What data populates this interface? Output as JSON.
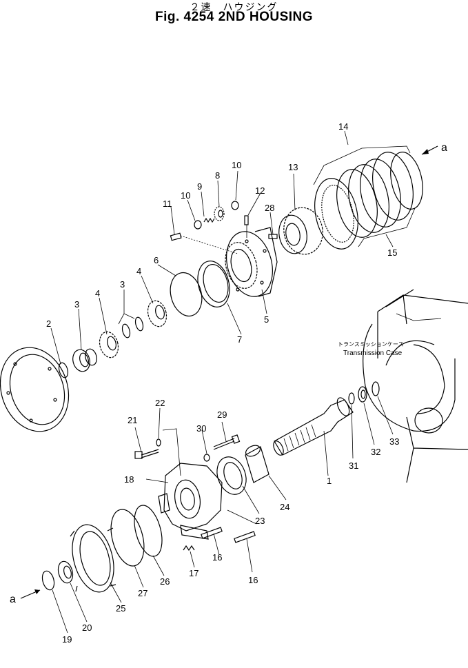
{
  "header": {
    "title_jp": "２速　ハウジング",
    "title_en": "Fig. 4254  2ND  HOUSING"
  },
  "labels": {
    "case_jp": "トランスミッションケース",
    "case_en": "Transmission  Case",
    "arrow_a": "a"
  },
  "callouts": {
    "c1": "1",
    "c2": "2",
    "c3a": "3",
    "c3b": "3",
    "c4a": "4",
    "c4b": "4",
    "c5": "5",
    "c6": "6",
    "c7": "7",
    "c8": "8",
    "c9": "9",
    "c10a": "10",
    "c10b": "10",
    "c11": "11",
    "c12": "12",
    "c13": "13",
    "c14": "14",
    "c15": "15",
    "c16a": "16",
    "c16b": "16",
    "c17": "17",
    "c18": "18",
    "c19": "19",
    "c20": "20",
    "c21": "21",
    "c22": "22",
    "c23": "23",
    "c24": "24",
    "c25": "25",
    "c26": "26",
    "c27": "27",
    "c28": "28",
    "c29": "29",
    "c30": "30",
    "c31": "31",
    "c32": "32",
    "c33": "33"
  }
}
